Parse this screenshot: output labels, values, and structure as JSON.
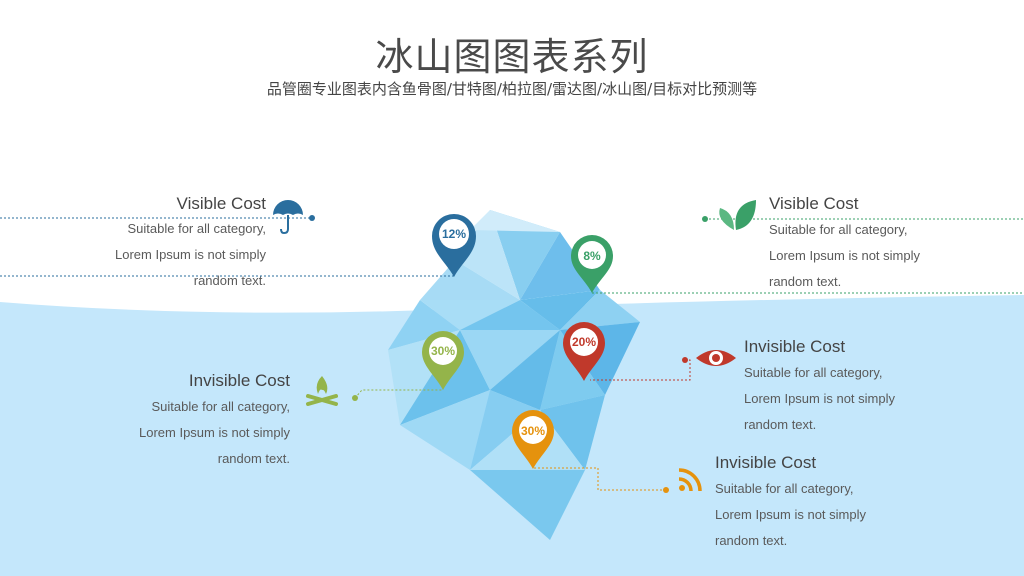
{
  "header": {
    "title": "冰山图图表系列",
    "subtitle": "品管圈专业图表内含鱼骨图/甘特图/柏拉图/雷达图/冰山图/目标对比预测等"
  },
  "colors": {
    "water": "#c4e7fb",
    "blue": "#2a6e9e",
    "green": "#3aa068",
    "olive": "#94b44a",
    "red": "#c0392b",
    "orange": "#e5920d"
  },
  "items": [
    {
      "name": "Visible Cost",
      "lines": [
        "Suitable for all category,",
        "Lorem Ipsum is not simply",
        "random text."
      ],
      "icon": "umbrella-icon"
    },
    {
      "name": "Visible Cost",
      "lines": [
        "Suitable for all category,",
        "Lorem Ipsum is not simply",
        "random text."
      ],
      "icon": "leaf-icon"
    },
    {
      "name": "Invisible Cost",
      "lines": [
        "Suitable for all category,",
        "Lorem Ipsum is not simply",
        "random text."
      ],
      "icon": "campfire-icon"
    },
    {
      "name": "Invisible Cost",
      "lines": [
        "Suitable for all category,",
        "Lorem Ipsum is not simply",
        "random text."
      ],
      "icon": "eye-icon"
    },
    {
      "name": "Invisible Cost",
      "lines": [
        "Suitable for all category,",
        "Lorem Ipsum is not simply",
        "random text."
      ],
      "icon": "rss-icon"
    }
  ],
  "pins": [
    {
      "label": "12%",
      "value": 12,
      "color": "#2a6e9e"
    },
    {
      "label": "8%",
      "value": 8,
      "color": "#3aa068"
    },
    {
      "label": "30%",
      "value": 30,
      "color": "#94b44a"
    },
    {
      "label": "20%",
      "value": 20,
      "color": "#c0392b"
    },
    {
      "label": "30%",
      "value": 30,
      "color": "#e5920d"
    }
  ]
}
